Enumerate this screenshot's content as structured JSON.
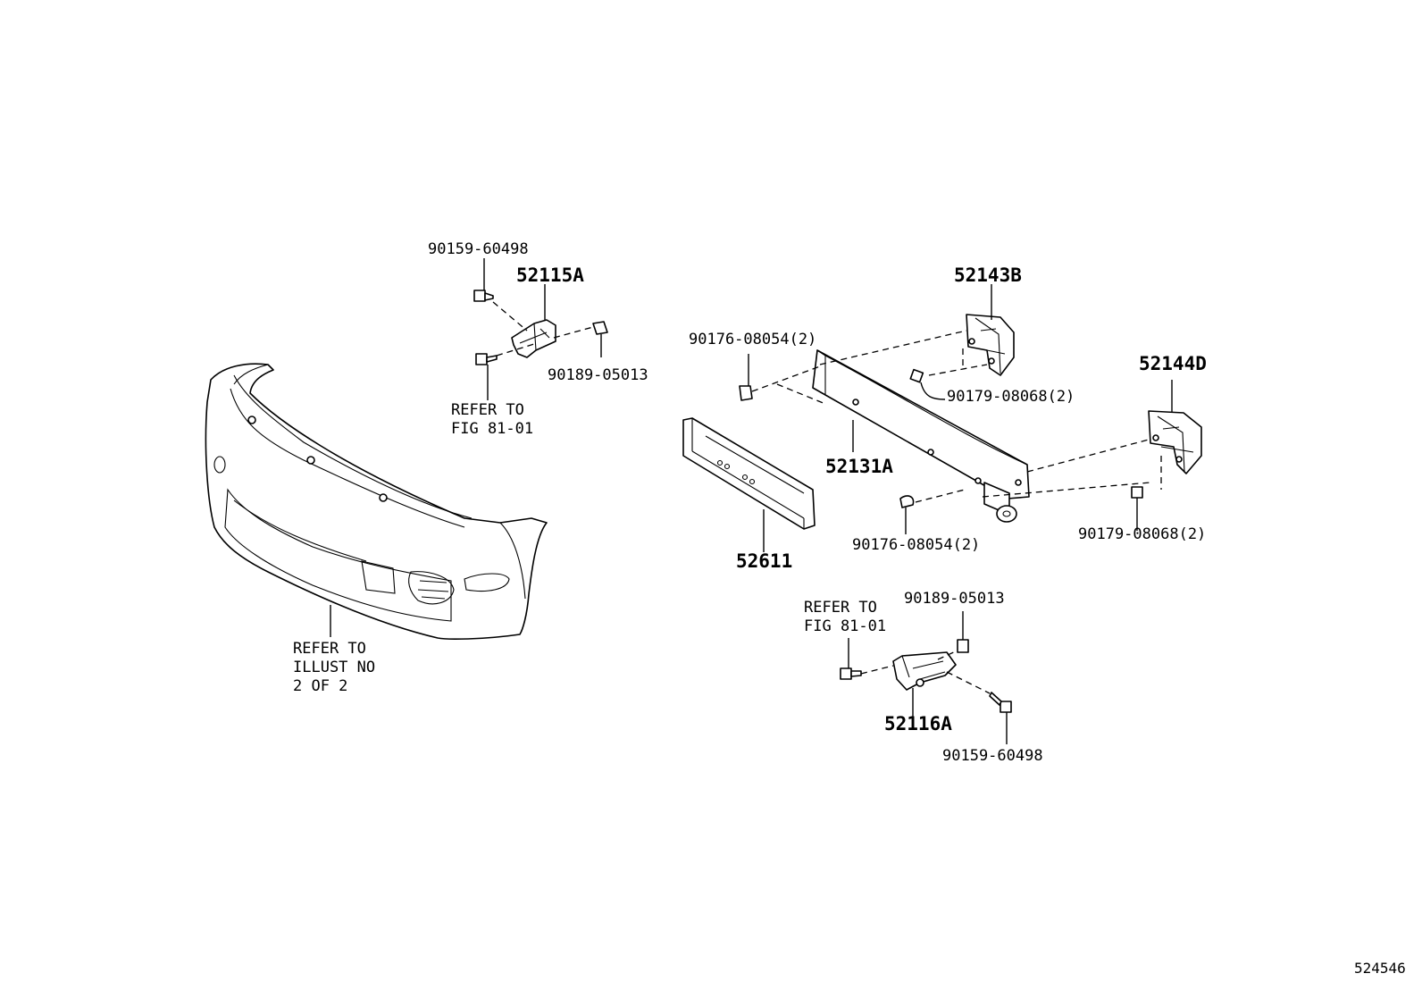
{
  "labels": {
    "bolt_60498_top": "90159-60498",
    "bracket_52115A": "52115A",
    "nut_05013_top": "90189-05013",
    "refer_fig_top": "REFER TO\nFIG 81-01",
    "refer_illust": "REFER TO\nILLUST NO\n2 OF 2",
    "bracket_52143B": "52143B",
    "clip_08054_top": "90176-08054(2)",
    "nut_08068_mid": "90179-08068(2)",
    "bracket_52144D": "52144D",
    "reinforcement_52131A": "52131A",
    "clip_08054_bottom": "90176-08054(2)",
    "nut_08068_right": "90179-08068(2)",
    "absorber_52611": "52611",
    "refer_fig_bottom": "REFER TO\nFIG 81-01",
    "nut_05013_bottom": "90189-05013",
    "bracket_52116A": "52116A",
    "bolt_60498_bottom": "90159-60498",
    "figure_number": "524546"
  }
}
